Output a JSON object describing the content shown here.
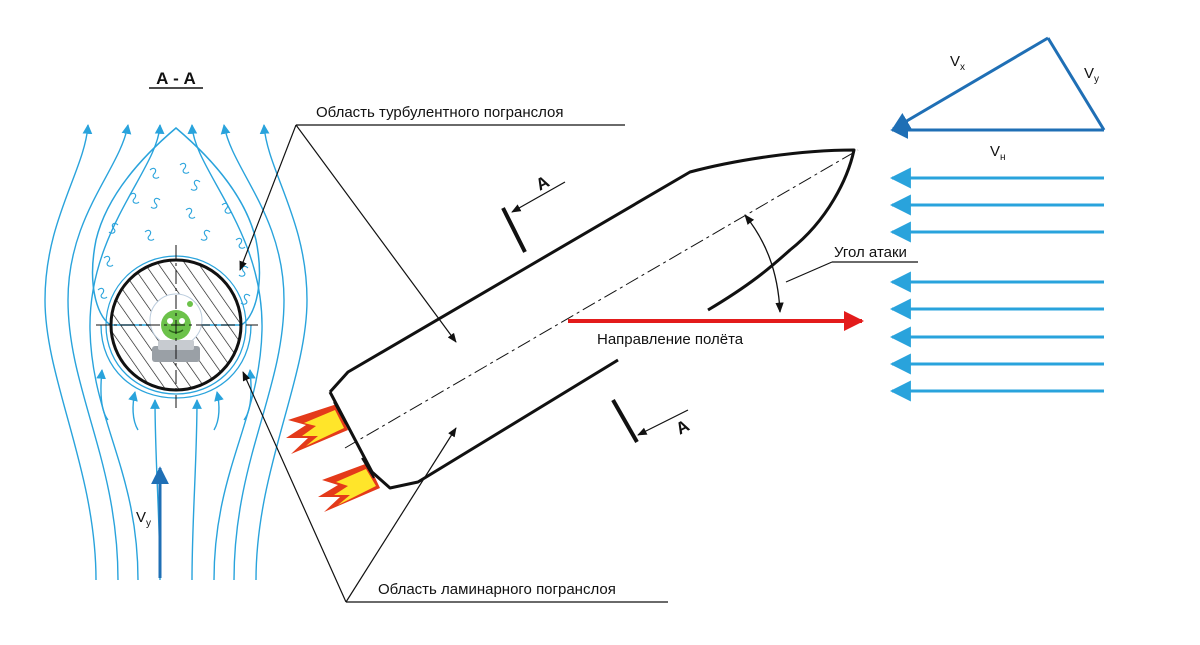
{
  "section": {
    "title": "А - А",
    "cut_letter": "А"
  },
  "labels": {
    "turbulent": "Область турбулентного погранслоя",
    "laminar": "Область ламинарного погранслоя",
    "attack_angle": "Угол атаки",
    "flight_direction": "Направление полёта"
  },
  "vectors": {
    "vx_main": "V",
    "vx_sub": "x",
    "vy_main": "V",
    "vy_sub": "y",
    "vn_main": "V",
    "vn_sub": "н",
    "vy_left_main": "V",
    "vy_left_sub": "y"
  },
  "colors": {
    "flow_blue": "#29a3dc",
    "vector_blue": "#1f6fb5",
    "flight_red": "#e31b1b",
    "outline": "#111111",
    "flame_outer": "#e43a1a",
    "flame_inner": "#ffe52a"
  },
  "icons": {
    "mascot": "green-alien-mascot-icon"
  }
}
